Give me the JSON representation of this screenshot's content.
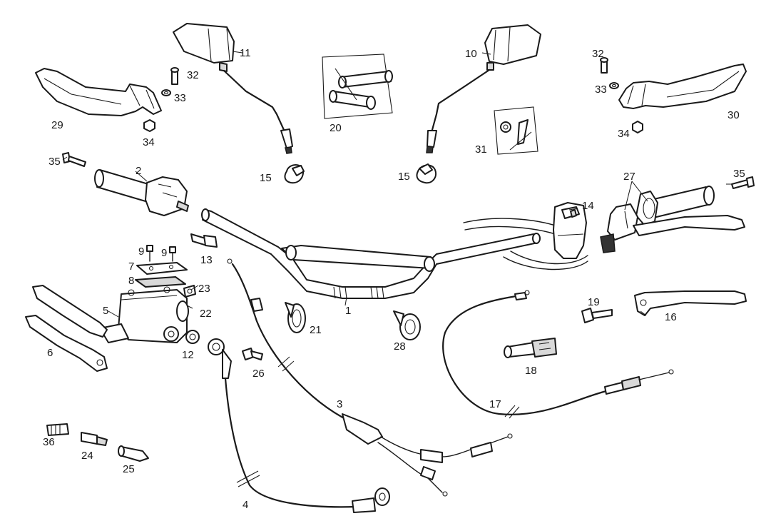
{
  "diagram": {
    "parts": [
      {
        "id": "handlebar",
        "label": "1"
      },
      {
        "id": "throttle-grip",
        "label": "2"
      },
      {
        "id": "throttle-cable",
        "label": "3"
      },
      {
        "id": "brake-hose",
        "label": "4"
      },
      {
        "id": "master-cylinder",
        "label": "5"
      },
      {
        "id": "front-brake-lever",
        "label": "6"
      },
      {
        "id": "reservoir-cover",
        "label": "7"
      },
      {
        "id": "cover-gasket",
        "label": "8"
      },
      {
        "id": "cover-screw-left",
        "label": "9"
      },
      {
        "id": "cover-screw-right",
        "label": "9"
      },
      {
        "id": "mirror-left",
        "label": "10"
      },
      {
        "id": "mirror-right",
        "label": "11"
      },
      {
        "id": "washer",
        "label": "12"
      },
      {
        "id": "banjo-bolt",
        "label": "13"
      },
      {
        "id": "light-switch",
        "label": "14"
      },
      {
        "id": "mirror-clamp-left",
        "label": "15"
      },
      {
        "id": "mirror-clamp-right",
        "label": "15"
      },
      {
        "id": "clutch-lever",
        "label": "16"
      },
      {
        "id": "clutch-cable",
        "label": "17"
      },
      {
        "id": "choke-lever",
        "label": "18"
      },
      {
        "id": "lever-pivot-bolt",
        "label": "19"
      },
      {
        "id": "grip-set",
        "label": "20"
      },
      {
        "id": "cable-clamp-21",
        "label": "21"
      },
      {
        "id": "pin",
        "label": "22"
      },
      {
        "id": "brake-switch",
        "label": "23"
      },
      {
        "id": "switch-connector",
        "label": "24"
      },
      {
        "id": "connector-cap",
        "label": "25"
      },
      {
        "id": "bleed-screw",
        "label": "26"
      },
      {
        "id": "clutch-lever-assembly",
        "label": "27"
      },
      {
        "id": "cable-clamp-28",
        "label": "28"
      },
      {
        "id": "handguard-left",
        "label": "29"
      },
      {
        "id": "handguard-right",
        "label": "30"
      },
      {
        "id": "hardware-kit",
        "label": "31"
      },
      {
        "id": "guard-screw-left",
        "label": "32"
      },
      {
        "id": "guard-screw-right",
        "label": "32"
      },
      {
        "id": "guard-washer-left",
        "label": "33"
      },
      {
        "id": "guard-washer-right",
        "label": "33"
      },
      {
        "id": "guard-nut-left",
        "label": "34"
      },
      {
        "id": "guard-nut-right",
        "label": "34"
      },
      {
        "id": "bar-end-bolt-left",
        "label": "35"
      },
      {
        "id": "bar-end-bolt-right",
        "label": "35"
      },
      {
        "id": "adjuster",
        "label": "36"
      }
    ]
  }
}
